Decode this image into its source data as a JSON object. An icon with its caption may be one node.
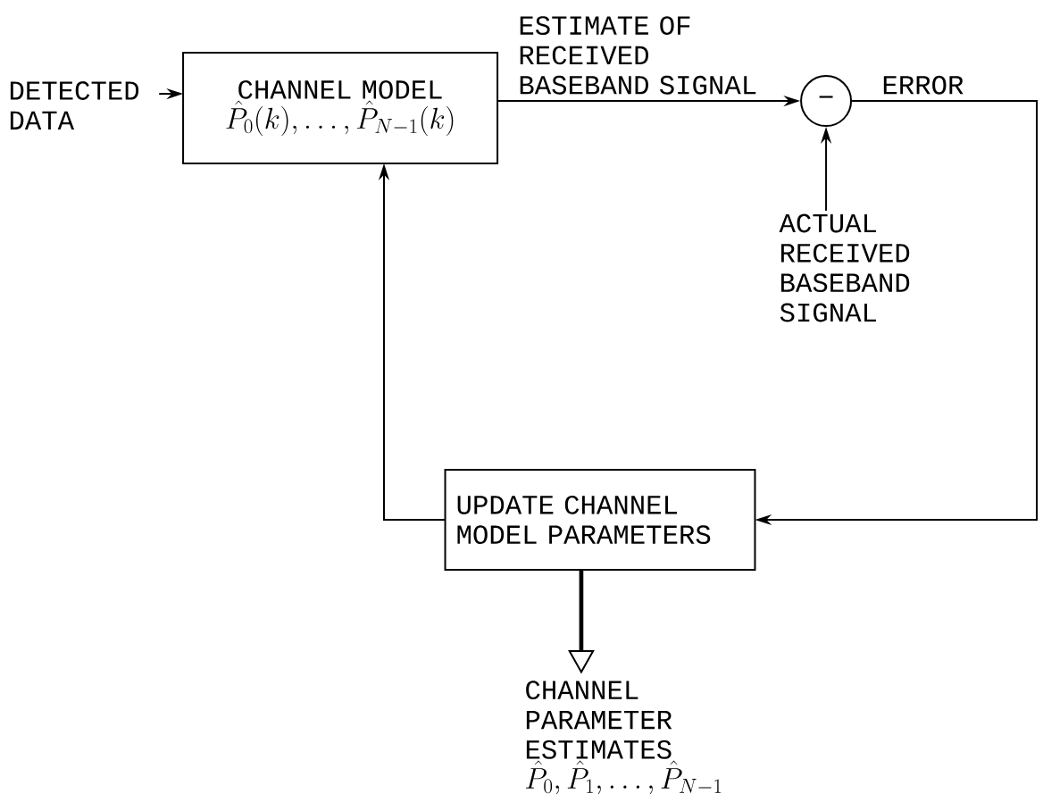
{
  "diagram": {
    "nodes": [
      {
        "text": [
          "DETECTED DATA"
        ]
      },
      {
        "text": [
          "CHANNEL MODEL",
          "\\hat{P}_0(k),\\ldots,\\hat{P}_{N-1}(k)"
        ]
      },
      {
        "text": [
          "−"
        ]
      },
      {
        "text": [
          "ACTUAL RECEIVED BASEBAND SIGNAL"
        ]
      },
      {
        "text": [
          "UPDATE CHANNEL MODEL PARAMETERS"
        ]
      },
      {
        "text": [
          "CHANNEL PARAMETER ESTIMATES",
          "\\hat{P}_0,\\hat{P}_1,\\ldots,\\hat{P}_{N-1}"
        ]
      }
    ],
    "edges": [
      {
        "from": 0,
        "to": 1,
        "arrow": "to"
      },
      {
        "from": 1,
        "to": 2,
        "arrow": "to",
        "label": "ESTIMATE OF RECEIVED BASEBAND SIGNAL"
      },
      {
        "from": 3,
        "to": 2,
        "arrow": "to"
      },
      {
        "from": 2,
        "to": 4,
        "arrow": "to",
        "label": "ERROR"
      },
      {
        "from": 4,
        "to": 1,
        "arrow": "to"
      },
      {
        "from": 4,
        "to": 5,
        "arrow": "to",
        "style": "thick"
      }
    ]
  }
}
